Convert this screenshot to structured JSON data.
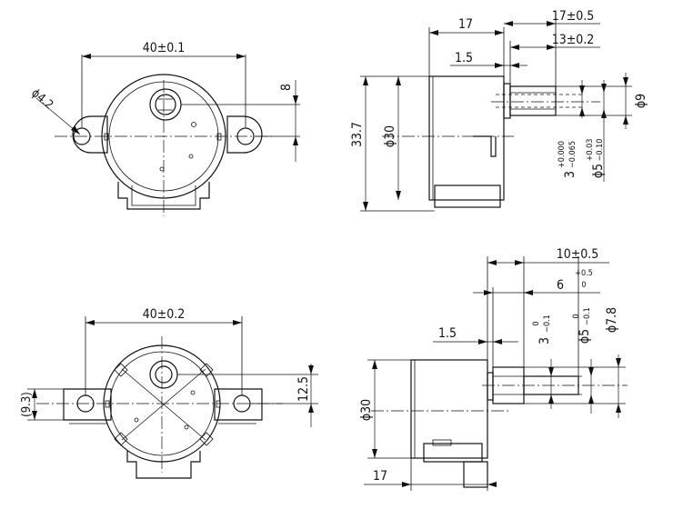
{
  "views": {
    "front_top": {
      "width_dim": "40±0.1",
      "hole_dim": "ϕ4.2",
      "offset_dim": "8"
    },
    "side_top": {
      "depth_dim": "17",
      "shaft_dim_1": "17±0.5",
      "shaft_dim_2": "13±0.2",
      "flange_dim": "1.5",
      "height_dim": "33.7",
      "body_dia": "ϕ30",
      "boss_dia": "ϕ9",
      "flat_main": "3",
      "flat_tol_upper": "+0.000",
      "flat_tol_lower": "−0.065",
      "shaft_main": "ϕ5",
      "shaft_tol_upper": "+0.03",
      "shaft_tol_lower": "−0.10"
    },
    "front_bottom": {
      "width_dim": "40±0.2",
      "height_dim": "12.5",
      "ref_dim": "(9.3)"
    },
    "side_bottom": {
      "shaft_len": "10±0.5",
      "flat_len_main": "6",
      "flat_len_upper": "+0.5",
      "flat_len_lower": "0",
      "flange_dim": "1.5",
      "flat_main": "3",
      "flat_tol_upper": "0",
      "flat_tol_lower": "−0.1",
      "shaft_main": "ϕ5",
      "shaft_tol_upper": "0",
      "shaft_tol_lower": "−0.1",
      "boss_dia": "ϕ7.8",
      "body_dia": "ϕ30",
      "depth_dim": "17"
    }
  }
}
